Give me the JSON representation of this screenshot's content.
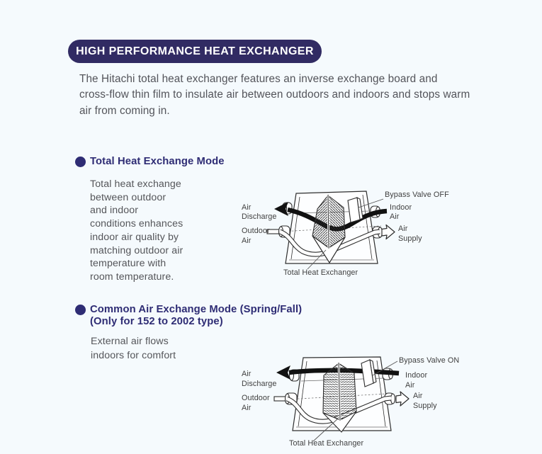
{
  "colors": {
    "background": "#f5fafd",
    "badge_background": "#312b63",
    "heading_text": "#2e2c74",
    "body_text": "#55565a",
    "diagram_line": "#2e2e2e",
    "flow_dark": "#111111"
  },
  "header": {
    "title": "HIGH PERFORMANCE HEAT EXCHANGER"
  },
  "intro": {
    "text": "The Hitachi total heat exchanger features an inverse exchange board and\ncross-flow thin film to insulate air between outdoors and indoors and stops warm\nair from coming in."
  },
  "sections": [
    {
      "title": "Total Heat Exchange Mode",
      "body": "Total heat exchange\nbetween outdoor\nand indoor\nconditions enhances\nindoor air quality by\nmatching outdoor air\ntemperature with\nroom temperature."
    },
    {
      "title": "Common Air Exchange Mode (Spring/Fall)\n(Only for 152 to 2002 type)",
      "body": "External air flows\nindoors for comfort"
    }
  ],
  "diagram_total_heat": {
    "bypass_label": "Bypass Valve OFF",
    "air_discharge": [
      "Air",
      "Discharge"
    ],
    "indoor_air": [
      "Indoor",
      "Air"
    ],
    "outdoor_air": [
      "Outdoor",
      "Air"
    ],
    "air_supply": [
      "Air",
      "Supply"
    ],
    "exchanger_label": "Total Heat Exchanger"
  },
  "diagram_common_air": {
    "bypass_label": "Bypass Valve ON",
    "air_discharge": [
      "Air",
      "Discharge"
    ],
    "indoor_air": [
      "Indoor",
      "Air"
    ],
    "outdoor_air": [
      "Outdoor",
      "Air"
    ],
    "air_supply": [
      "Air",
      "Supply"
    ],
    "exchanger_label": "Total Heat Exchanger"
  }
}
